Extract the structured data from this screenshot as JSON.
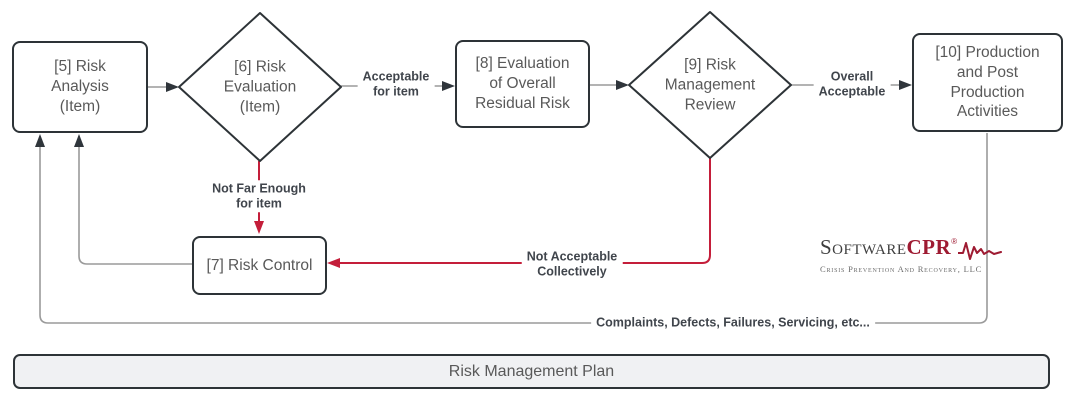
{
  "diagram": {
    "nodes": {
      "risk_analysis": {
        "label": "[5] Risk\nAnalysis\n(Item)"
      },
      "risk_evaluation": {
        "label": "[6] Risk\nEvaluation\n(Item)"
      },
      "risk_control": {
        "label": "[7] Risk Control"
      },
      "overall_residual": {
        "label": "[8] Evaluation\nof Overall\nResidual Risk"
      },
      "management_review": {
        "label": "[9] Risk\nManagement\nReview"
      },
      "production": {
        "label": "[10] Production\nand Post\nProduction\nActivities"
      }
    },
    "edge_labels": {
      "acceptable_for_item": "Acceptable\nfor item",
      "overall_acceptable": "Overall\nAcceptable",
      "not_far_enough": "Not Far Enough\nfor item",
      "not_acceptable": "Not Acceptable\nCollectively",
      "complaints": "Complaints, Defects, Failures, Servicing, etc..."
    },
    "footer": {
      "label": "Risk Management Plan"
    },
    "colors": {
      "accent_red": "#c41e3a",
      "line_gray": "#9a9a9a",
      "node_border": "#2d3337",
      "node_text": "#595959",
      "label_text": "#40454c",
      "footer_fill": "#f0f1f3",
      "logo_red": "#9e1b32"
    }
  },
  "logo": {
    "part1": "Software",
    "part2": "CPR",
    "reg": "®",
    "subtitle": "Crisis Prevention And Recovery, LLC"
  }
}
